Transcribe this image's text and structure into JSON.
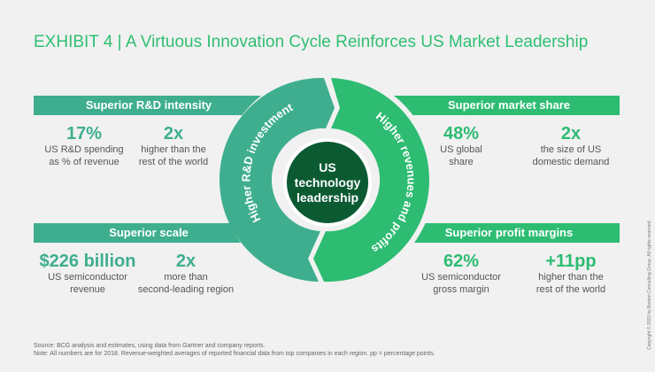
{
  "title": "EXHIBIT 4 | A Virtuous Innovation Cycle Reinforces US Market Leadership",
  "colors": {
    "teal": "#3eae8e",
    "green": "#2dbc72",
    "dark": "#0b5a32"
  },
  "cycle": {
    "left_arc": "Higher R&D investment",
    "right_arc": "Higher revenues and profits",
    "center": [
      "US",
      "technology",
      "leadership"
    ]
  },
  "panels": {
    "rd": {
      "label": "Superior R&D intensity",
      "stats": [
        {
          "num": "17%",
          "desc": [
            "US R&D spending",
            "as % of revenue"
          ]
        },
        {
          "num": "2x",
          "desc": [
            "higher than the",
            "rest of the world"
          ]
        }
      ]
    },
    "scale": {
      "label": "Superior scale",
      "stats": [
        {
          "num": "$226 billion",
          "desc": [
            "US semiconductor",
            "revenue"
          ]
        },
        {
          "num": "2x",
          "desc": [
            "more than",
            "second-leading region"
          ]
        }
      ]
    },
    "share": {
      "label": "Superior market share",
      "stats": [
        {
          "num": "48%",
          "desc": [
            "US global",
            "share"
          ]
        },
        {
          "num": "2x",
          "desc": [
            "the size of US",
            "domestic demand"
          ]
        }
      ]
    },
    "margins": {
      "label": "Superior profit margins",
      "stats": [
        {
          "num": "62%",
          "desc": [
            "US semiconductor",
            "gross margin"
          ]
        },
        {
          "num": "+11pp",
          "desc": [
            "higher than the",
            "rest of the world"
          ]
        }
      ]
    }
  },
  "footnotes": {
    "source": "Source: BCG analysis and estimates, using data from Gartner and company reports.",
    "note": "Note: All numbers are for 2018. Revenue-weighted averages of reported financial data from top companies in each region. pp = percentage points."
  },
  "copyright": "Copyright © 2019 by Boston Consulting Group. All rights reserved."
}
